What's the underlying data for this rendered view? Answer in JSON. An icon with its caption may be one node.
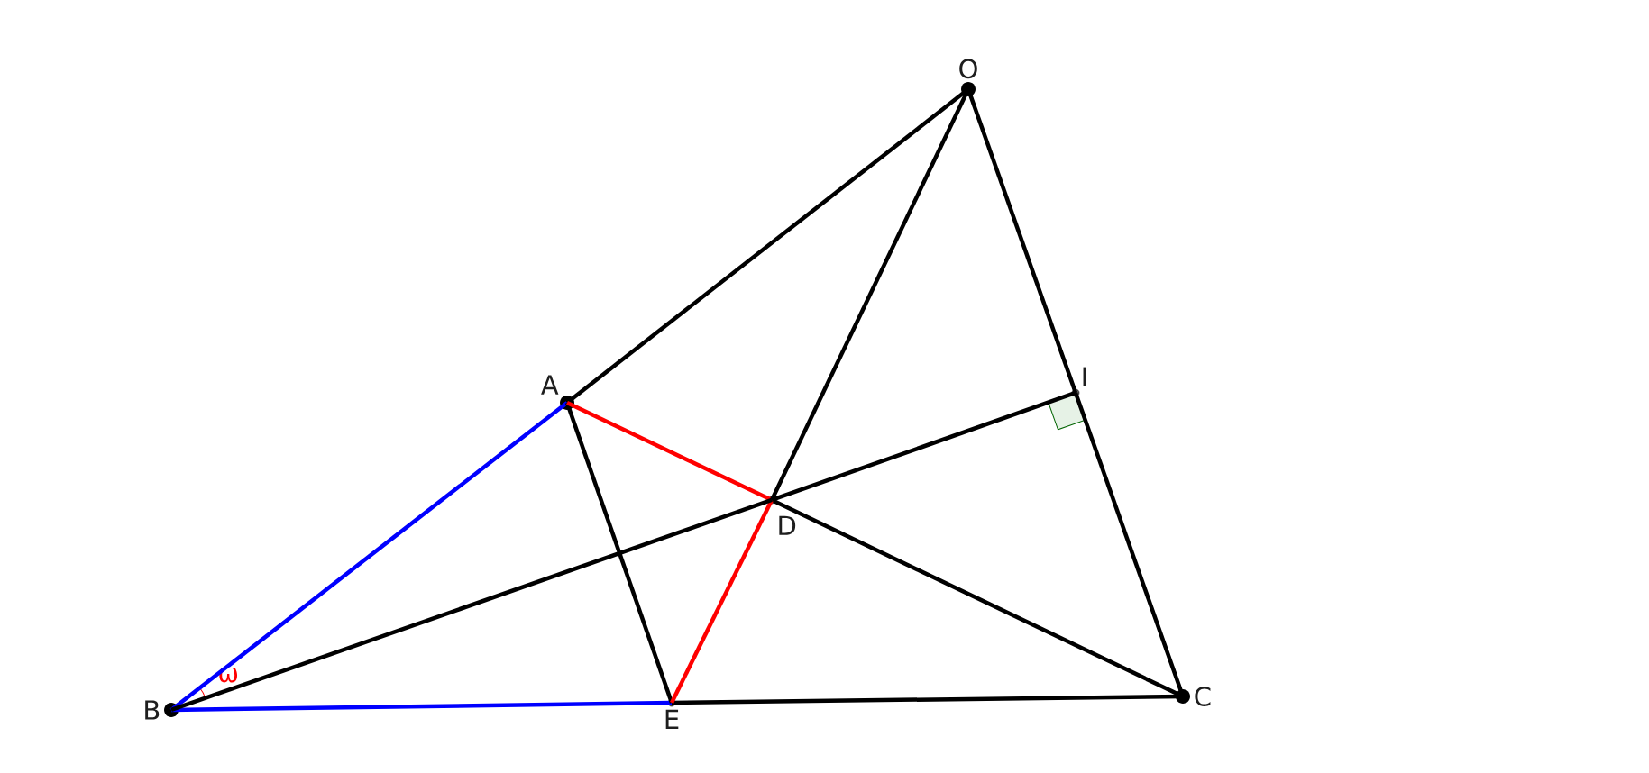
{
  "diagram": {
    "nodes": [
      {
        "text": [],
        "shape": "circle",
        "beside": [
          "O"
        ]
      },
      {
        "text": [],
        "shape": "circle",
        "beside": [
          "A"
        ]
      },
      {
        "text": [],
        "shape": "circle",
        "beside": [
          "B"
        ]
      },
      {
        "text": [],
        "shape": "circle",
        "beside": [
          "C"
        ]
      },
      {
        "text": [],
        "shape": "circle",
        "beside": [
          "D"
        ]
      },
      {
        "text": [],
        "shape": "circle",
        "beside": [
          "E"
        ]
      },
      {
        "text": [],
        "shape": "circle",
        "beside": [
          "I"
        ]
      }
    ],
    "edges": [
      {
        "from": 0,
        "to": 1,
        "arrow": "none"
      },
      {
        "from": 1,
        "to": 2,
        "arrow": "none",
        "color": "#0000ff"
      },
      {
        "from": 2,
        "to": 5,
        "arrow": "none",
        "color": "#0000ff"
      },
      {
        "from": 5,
        "to": 3,
        "arrow": "none"
      },
      {
        "from": 0,
        "to": 6,
        "arrow": "none"
      },
      {
        "from": 6,
        "to": 3,
        "arrow": "none"
      },
      {
        "from": 1,
        "to": 5,
        "arrow": "none"
      },
      {
        "from": 1,
        "to": 4,
        "arrow": "none",
        "color": "#ff0000"
      },
      {
        "from": 4,
        "to": 3,
        "arrow": "none"
      },
      {
        "from": 0,
        "to": 4,
        "arrow": "none"
      },
      {
        "from": 4,
        "to": 5,
        "arrow": "none",
        "color": "#ff0000"
      },
      {
        "from": 2,
        "to": 4,
        "arrow": "none"
      },
      {
        "from": 4,
        "to": 6,
        "arrow": "none"
      }
    ],
    "labels": [
      "ω"
    ]
  }
}
